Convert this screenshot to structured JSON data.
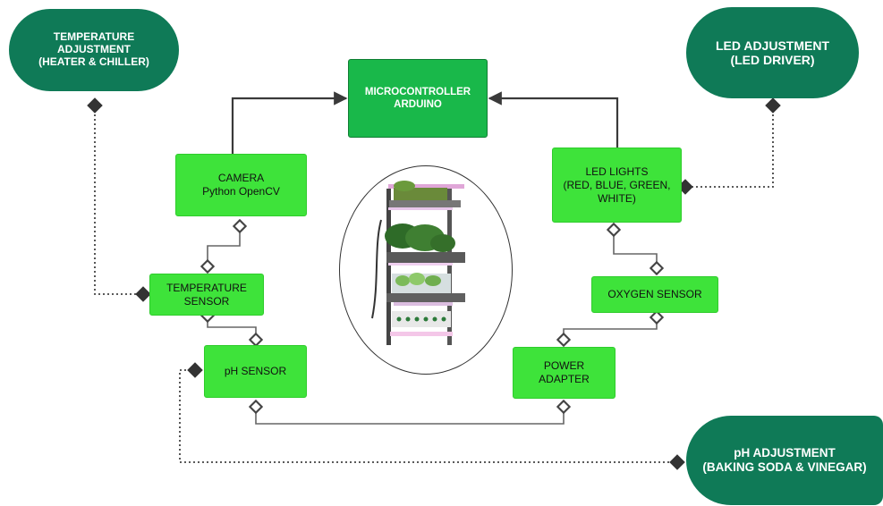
{
  "microcontroller": {
    "line1": "MICROCONTROLLER",
    "line2": "ARDUINO"
  },
  "camera": {
    "line1": "CAMERA",
    "line2": "Python OpenCV"
  },
  "temperature_sensor": {
    "line1": "TEMPERATURE",
    "line2": "SENSOR"
  },
  "ph_sensor": {
    "label": "pH SENSOR"
  },
  "led_lights": {
    "line1": "LED LIGHTS",
    "line2": "(RED, BLUE, GREEN,",
    "line3": "WHITE)"
  },
  "oxygen_sensor": {
    "label": "OXYGEN SENSOR"
  },
  "power_adapter": {
    "line1": "POWER",
    "line2": "ADAPTER"
  },
  "temperature_adjustment": {
    "line1": "TEMPERATURE",
    "line2": "ADJUSTMENT",
    "line3": "(HEATER & CHILLER)"
  },
  "led_adjustment": {
    "line1": "LED ADJUSTMENT",
    "line2": "(LED DRIVER)"
  },
  "ph_adjustment": {
    "line1": "pH ADJUSTMENT",
    "line2": "(BAKING SODA & VINEGAR)"
  },
  "colors": {
    "node": "#3ee33a",
    "controller": "#19b84a",
    "actuator": "#0f7a57",
    "wire": "#555555"
  }
}
